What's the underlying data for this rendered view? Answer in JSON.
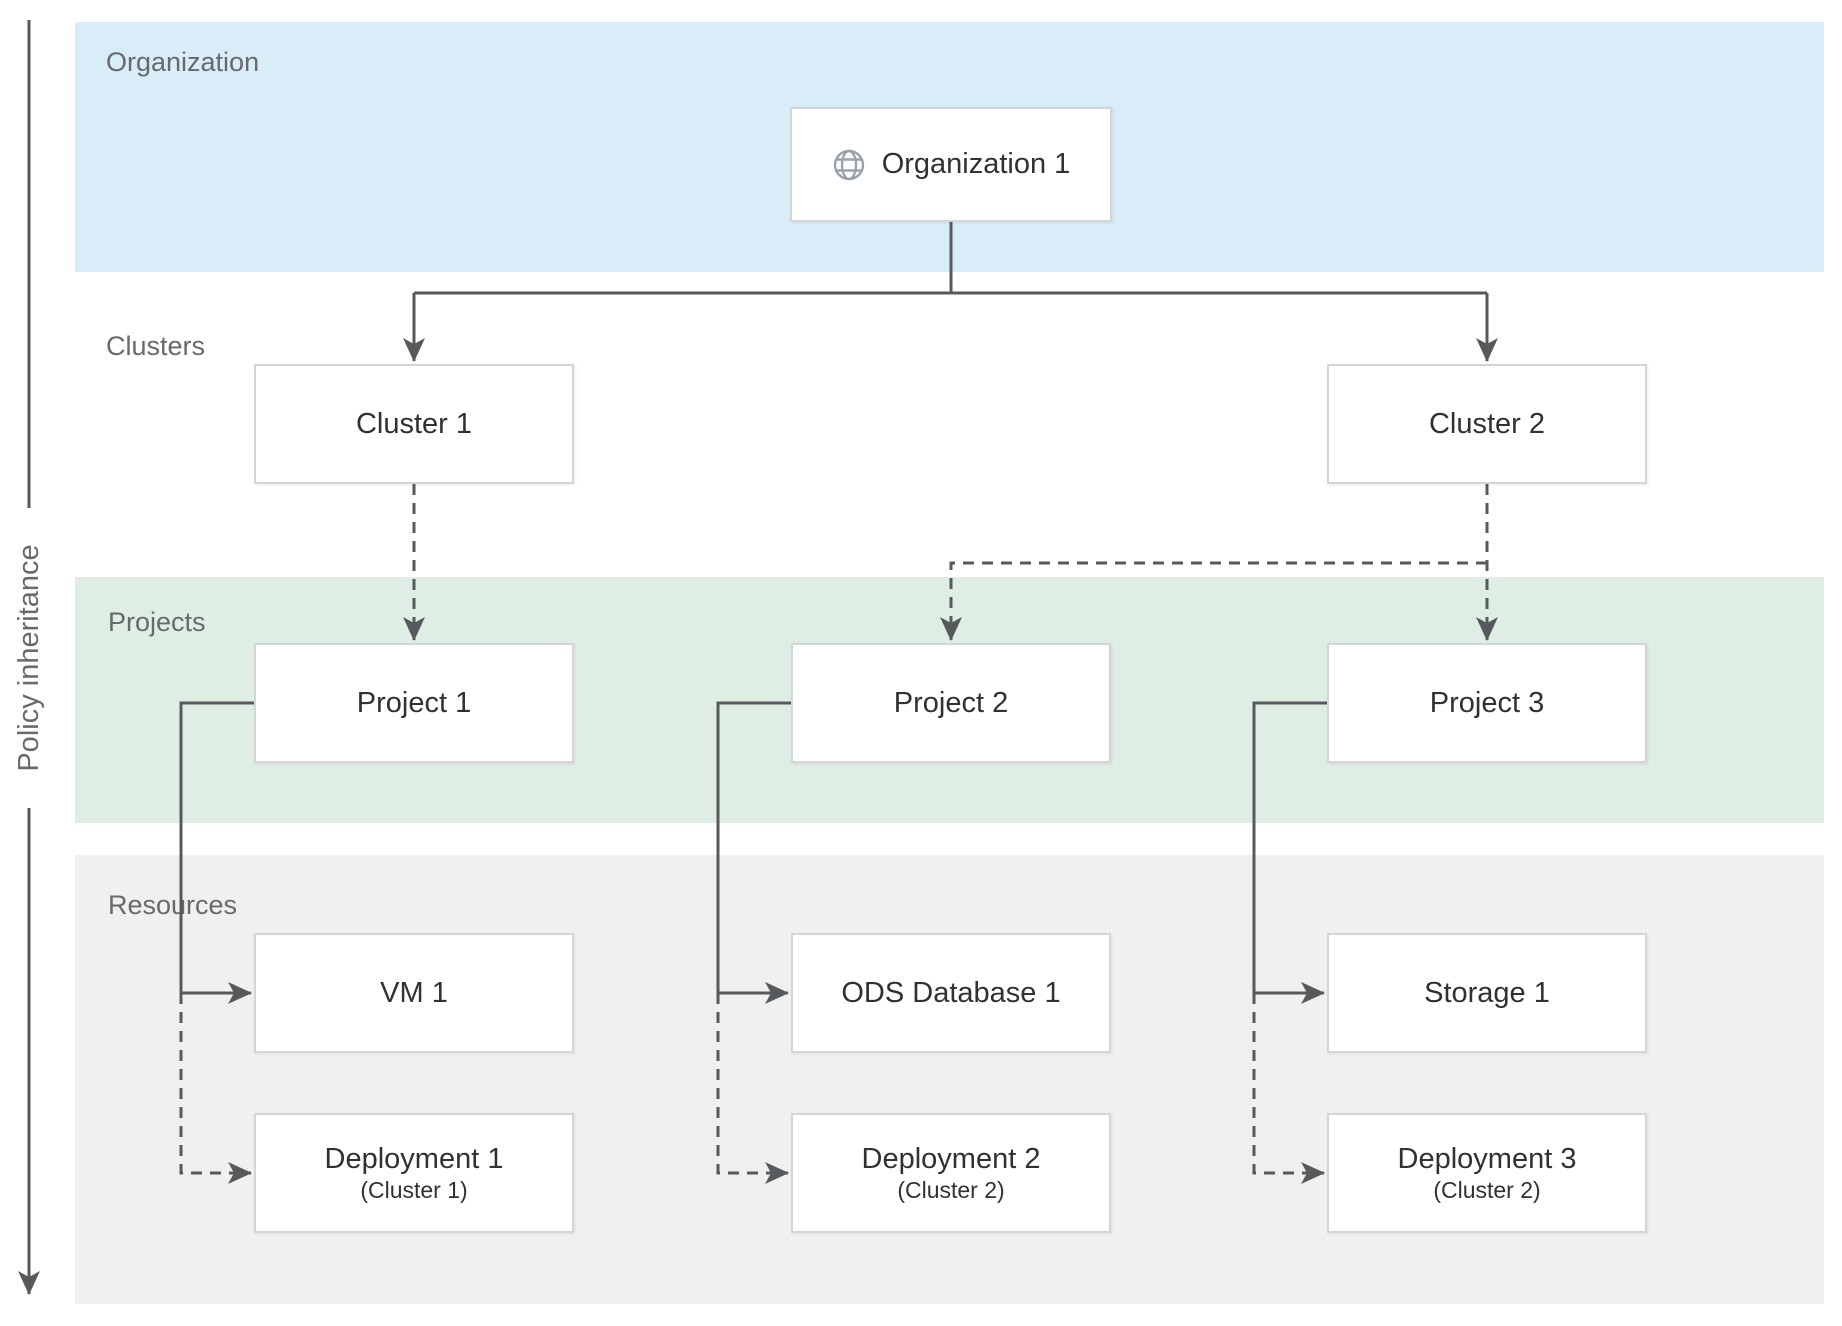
{
  "diagram": {
    "title_context": "Organization / Clusters / Projects / Resources policy hierarchy",
    "policy_label": "Policy inheritance",
    "bands": [
      {
        "id": "organization",
        "label": "Organization",
        "color": "#d9edf8"
      },
      {
        "id": "clusters",
        "label": "Clusters",
        "color": "#ffffff"
      },
      {
        "id": "projects",
        "label": "Projects",
        "color": "#dfeee5"
      },
      {
        "id": "resources",
        "label": "Resources",
        "color": "#f0f0f1"
      }
    ],
    "nodes": {
      "organization1": {
        "label": "Organization 1",
        "icon": "globe-icon"
      },
      "cluster1": {
        "label": "Cluster 1"
      },
      "cluster2": {
        "label": "Cluster 2"
      },
      "project1": {
        "label": "Project 1"
      },
      "project2": {
        "label": "Project 2"
      },
      "project3": {
        "label": "Project 3"
      },
      "vm1": {
        "label": "VM 1"
      },
      "ods_database1": {
        "label": "ODS Database 1"
      },
      "storage1": {
        "label": "Storage 1"
      },
      "deployment1": {
        "label": "Deployment 1",
        "sublabel": "(Cluster 1)"
      },
      "deployment2": {
        "label": "Deployment 2",
        "sublabel": "(Cluster 2)"
      },
      "deployment3": {
        "label": "Deployment 3",
        "sublabel": "(Cluster 2)"
      }
    },
    "edges": [
      {
        "from": "Organization 1",
        "to": "Cluster 1",
        "style": "solid"
      },
      {
        "from": "Organization 1",
        "to": "Cluster 2",
        "style": "solid"
      },
      {
        "from": "Cluster 1",
        "to": "Project 1",
        "style": "dashed"
      },
      {
        "from": "Cluster 2",
        "to": "Project 2",
        "style": "dashed"
      },
      {
        "from": "Cluster 2",
        "to": "Project 3",
        "style": "dashed"
      },
      {
        "from": "Project 1",
        "to": "VM 1",
        "style": "solid"
      },
      {
        "from": "Project 1",
        "to": "Deployment 1",
        "style": "dashed"
      },
      {
        "from": "Project 2",
        "to": "ODS Database 1",
        "style": "solid"
      },
      {
        "from": "Project 2",
        "to": "Deployment 2",
        "style": "dashed"
      },
      {
        "from": "Project 3",
        "to": "Storage 1",
        "style": "solid"
      },
      {
        "from": "Project 3",
        "to": "Deployment 3",
        "style": "dashed"
      }
    ],
    "colors": {
      "band_organization": "#d9edf8",
      "band_projects": "#dfeee5",
      "band_resources": "#f0f0f1",
      "line": "#565a5c",
      "box_border": "#d5d5d5",
      "box_text": "#2f3133",
      "band_label_text": "#68696b",
      "globe_icon": "#99a2ab"
    }
  }
}
